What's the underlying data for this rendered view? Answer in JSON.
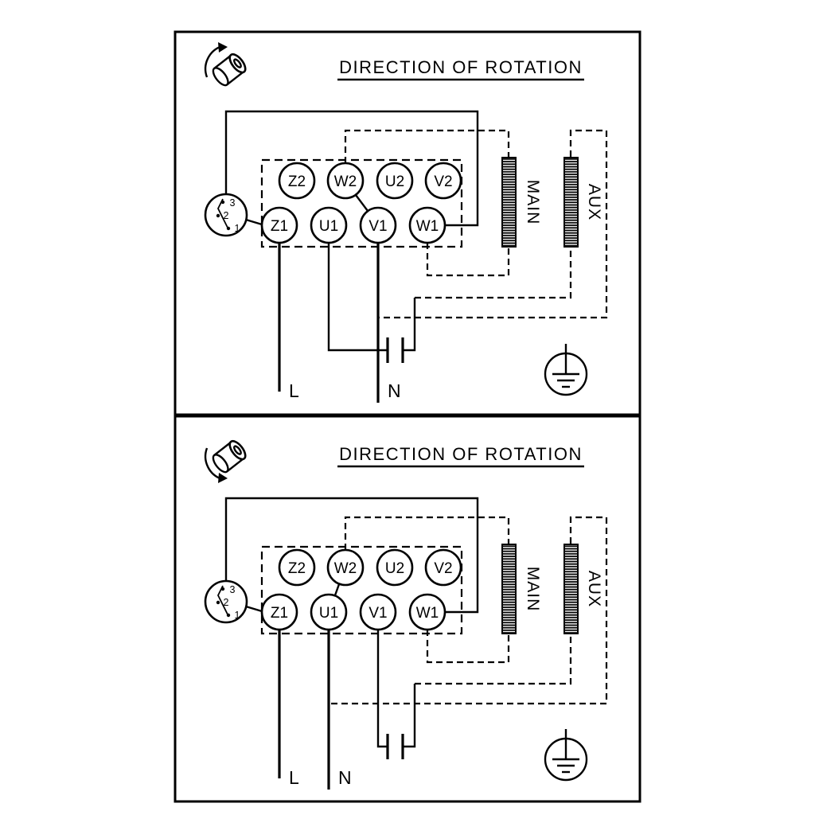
{
  "colors": {
    "ink": "#000000",
    "paper": "#ffffff"
  },
  "panels": [
    {
      "title": "DIRECTION OF ROTATION",
      "terminals": {
        "top": [
          "Z2",
          "W2",
          "U2",
          "V2"
        ],
        "bottom": [
          "Z1",
          "U1",
          "V1",
          "W1"
        ]
      },
      "selector": {
        "positions": [
          "3",
          "2",
          "1"
        ]
      },
      "windings": {
        "main": "MAIN",
        "aux": "AUX"
      },
      "supply": {
        "line": "L",
        "neutral": "N"
      }
    },
    {
      "title": "DIRECTION OF ROTATION",
      "terminals": {
        "top": [
          "Z2",
          "W2",
          "U2",
          "V2"
        ],
        "bottom": [
          "Z1",
          "U1",
          "V1",
          "W1"
        ]
      },
      "selector": {
        "positions": [
          "3",
          "2",
          "1"
        ]
      },
      "windings": {
        "main": "MAIN",
        "aux": "AUX"
      },
      "supply": {
        "line": "L",
        "neutral": "N"
      }
    }
  ]
}
